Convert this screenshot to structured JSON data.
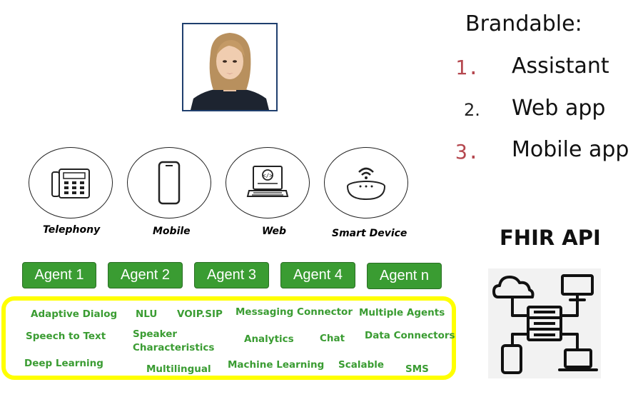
{
  "avatar": {
    "description_icon": "assistant-avatar-icon"
  },
  "channels": [
    {
      "label": "Telephony",
      "icon": "telephone-icon"
    },
    {
      "label": "Mobile",
      "icon": "mobile-phone-icon"
    },
    {
      "label": "Web",
      "icon": "laptop-code-icon"
    },
    {
      "label": "Smart Device",
      "icon": "smart-speaker-icon"
    }
  ],
  "brandable": {
    "title": "Brandable:",
    "items": [
      {
        "num": "1.",
        "text": "Assistant",
        "num_color": "#b5484f"
      },
      {
        "num": "2.",
        "text": "Web app",
        "num_color": "#222222"
      },
      {
        "num": "3.",
        "text": "Mobile app",
        "num_color": "#b5484f"
      }
    ]
  },
  "fhir": {
    "title": "FHIR API",
    "icon": "network-architecture-icon"
  },
  "agents": [
    "Agent 1",
    "Agent 2",
    "Agent 3",
    "Agent 4",
    "Agent n"
  ],
  "capabilities": [
    "Adaptive Dialog",
    "NLU",
    "VOIP.SIP",
    "Messaging Connector",
    "Multiple Agents",
    "Speech to Text",
    "Speaker\nCharacteristics",
    "Analytics",
    "Chat",
    "Data Connectors",
    "Deep Learning",
    "Multilingual",
    "Machine Learning",
    "Scalable",
    "SMS"
  ],
  "colors": {
    "agent_green": "#3a9c32",
    "capability_green": "#3a9c32",
    "highlight_yellow": "#ffff00",
    "frame_blue": "#1f3f6e"
  }
}
